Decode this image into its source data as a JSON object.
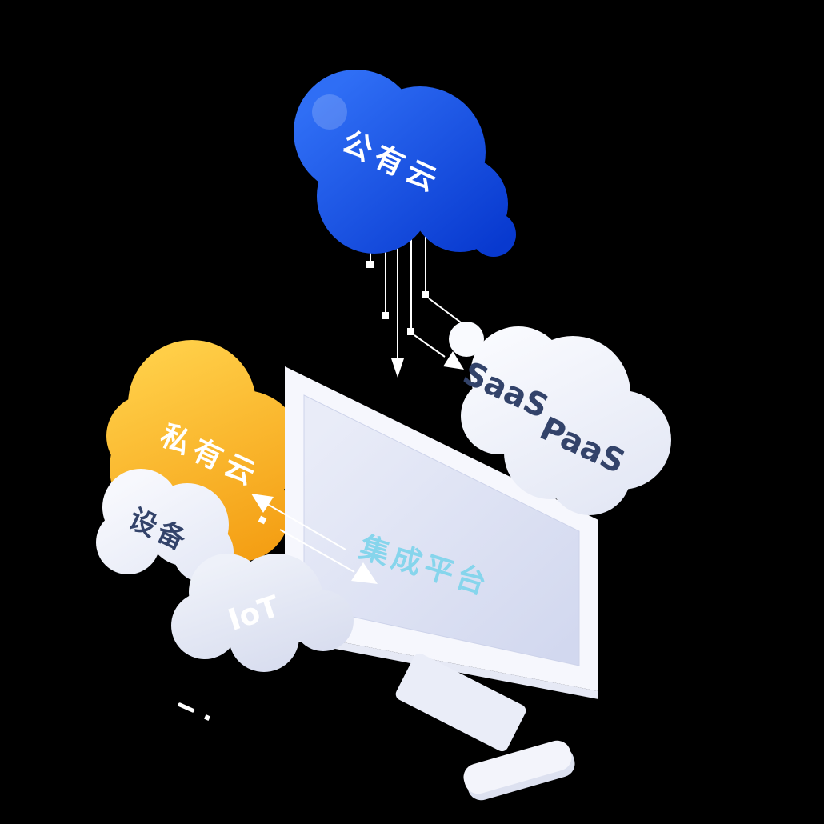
{
  "illustration": {
    "background": "#000000",
    "labels": {
      "public_cloud": "公有云",
      "private_cloud": "私有云",
      "saas": "SaaS",
      "paas": "PaaS",
      "devices": "设备",
      "iot": "IoT",
      "platform": "集成平台"
    },
    "colors": {
      "public_cloud_start": "#2f6ef5",
      "public_cloud_end": "#0839cf",
      "private_cloud_start": "#ffce47",
      "private_cloud_end": "#f49e13",
      "cloud_light": "#f2f4fb",
      "cloud_shaded": "#dfe3f2",
      "label_light": "#ffffff",
      "label_dark": "#33436a",
      "platform_text": "#86d5ec",
      "monitor_body": "#f6f7fd",
      "screen_start": "#e9ecf8",
      "screen_end": "#d2d8ef",
      "connector": "#ffffff"
    }
  }
}
